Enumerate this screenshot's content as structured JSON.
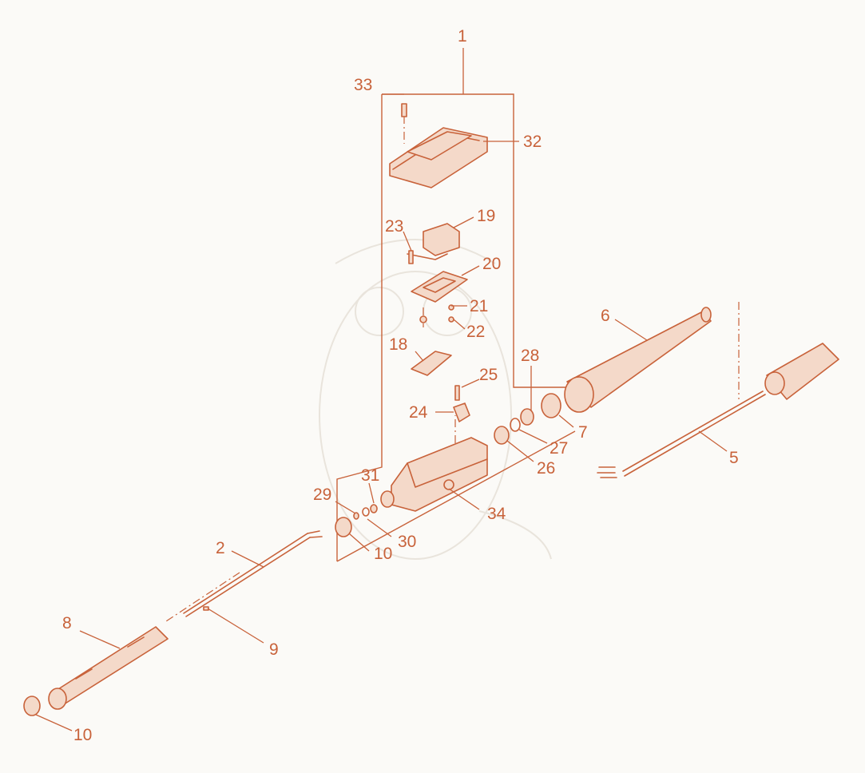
{
  "diagram": {
    "type": "exploded parts diagram",
    "accent_color": "#c8623a",
    "callouts": [
      {
        "id": "c1",
        "label": "1"
      },
      {
        "id": "c33",
        "label": "33"
      },
      {
        "id": "c32",
        "label": "32"
      },
      {
        "id": "c19",
        "label": "19"
      },
      {
        "id": "c23",
        "label": "23"
      },
      {
        "id": "c20",
        "label": "20"
      },
      {
        "id": "c21",
        "label": "21"
      },
      {
        "id": "c22",
        "label": "22"
      },
      {
        "id": "c18",
        "label": "18"
      },
      {
        "id": "c6",
        "label": "6"
      },
      {
        "id": "c28",
        "label": "28"
      },
      {
        "id": "c25",
        "label": "25"
      },
      {
        "id": "c24",
        "label": "24"
      },
      {
        "id": "c7",
        "label": "7"
      },
      {
        "id": "c27",
        "label": "27"
      },
      {
        "id": "c26",
        "label": "26"
      },
      {
        "id": "c5",
        "label": "5"
      },
      {
        "id": "c31",
        "label": "31"
      },
      {
        "id": "c29",
        "label": "29"
      },
      {
        "id": "c34",
        "label": "34"
      },
      {
        "id": "c30",
        "label": "30"
      },
      {
        "id": "c10a",
        "label": "10"
      },
      {
        "id": "c2",
        "label": "2"
      },
      {
        "id": "c8",
        "label": "8"
      },
      {
        "id": "c9",
        "label": "9"
      },
      {
        "id": "c10b",
        "label": "10"
      }
    ]
  }
}
